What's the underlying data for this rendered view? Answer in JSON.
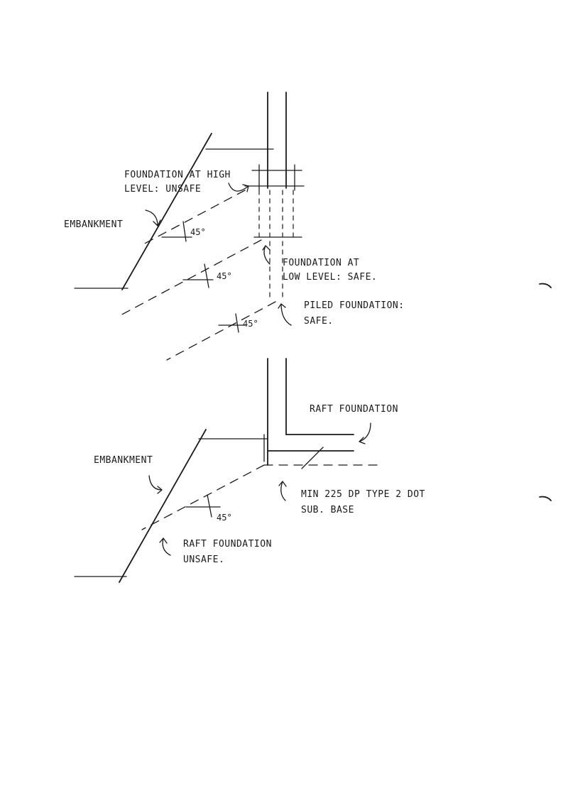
{
  "diagram_top": {
    "label_foundation_high": [
      "FOUNDATION AT HIGH",
      "LEVEL: UNSAFE"
    ],
    "label_embankment": "EMBANKMENT",
    "label_foundation_low": [
      "FOUNDATION AT",
      "LOW LEVEL: SAFE."
    ],
    "label_piled": [
      "PILED FOUNDATION:",
      "SAFE."
    ],
    "angle_1": "45°",
    "angle_2": "45°",
    "angle_3": "45°"
  },
  "diagram_bottom": {
    "label_raft": "RAFT FOUNDATION",
    "label_embankment": "EMBANKMENT",
    "label_subbase": [
      "MIN 225 DP TYPE 2 DOT",
      "SUB. BASE"
    ],
    "label_raft_unsafe": [
      "RAFT FOUNDATION",
      "UNSAFE."
    ],
    "angle": "45°"
  }
}
